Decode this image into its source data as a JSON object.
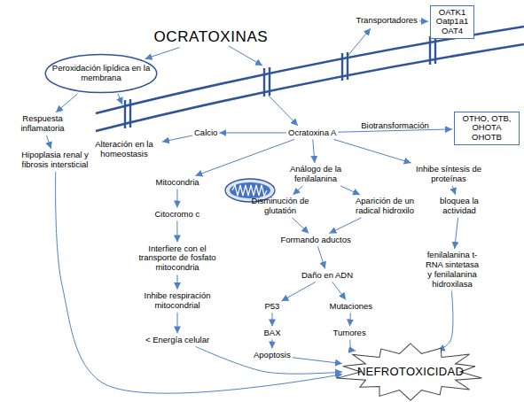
{
  "diagram": {
    "nodes": [
      {
        "text": [
          "OCRATOXINAS"
        ]
      },
      {
        "text": [
          "Transportadores"
        ]
      },
      {
        "text": [
          "OATK1 Oatp1a1 OAT4"
        ]
      },
      {
        "text": [
          "Peroxidación lipídica en la membrana"
        ]
      },
      {
        "text": [
          "Respuesta inflamatoria"
        ]
      },
      {
        "text": [
          "Hipoplasia renal y fibrosis intersticial"
        ]
      },
      {
        "text": [
          "Calcio"
        ]
      },
      {
        "text": [
          "Ocratoxina A"
        ]
      },
      {
        "text": [
          "OTHO, OTB, OHOTA OHOTB"
        ]
      },
      {
        "text": [
          "Alteración en la homeostasis"
        ]
      },
      {
        "text": [
          "Mitocondria"
        ]
      },
      {
        "text": [
          "Análogo de la fenilalanina"
        ]
      },
      {
        "text": [
          "Inhibe síntesis de proteínas"
        ]
      },
      {
        "text": [
          "Citocromo c"
        ]
      },
      {
        "text": [
          "Disminución de glutatión"
        ]
      },
      {
        "text": [
          "Aparición de un radical hidroxilo"
        ]
      },
      {
        "text": [
          "bloquea la actividad"
        ]
      },
      {
        "text": [
          "Interfiere con el transporte de fosfato mitocondria"
        ]
      },
      {
        "text": [
          "Formando aductos"
        ]
      },
      {
        "text": [
          "fenilalanina t-RNA sintetasa y fenilalanina hidroxilasa"
        ]
      },
      {
        "text": [
          "Daño en ADN"
        ]
      },
      {
        "text": [
          "P53"
        ]
      },
      {
        "text": [
          "Mutaciones"
        ]
      },
      {
        "text": [
          "Inhibe respiración mitocondrial"
        ]
      },
      {
        "text": [
          "BAX"
        ]
      },
      {
        "text": [
          "Tumores"
        ]
      },
      {
        "text": [
          "< Energía celular"
        ]
      },
      {
        "text": [
          "Apoptosis"
        ]
      },
      {
        "text": [
          "NEFROTOXICIDAD"
        ]
      }
    ],
    "edges": [
      {
        "from": 0,
        "to": 3,
        "arrow": "to"
      },
      {
        "from": 3,
        "to": 4,
        "arrow": "to"
      },
      {
        "from": 4,
        "to": 5,
        "arrow": "to"
      },
      {
        "from": 5,
        "to": 28,
        "arrow": "to"
      },
      {
        "from": 1,
        "to": 2,
        "arrow": "to"
      },
      {
        "from": 7,
        "to": 6,
        "arrow": "to"
      },
      {
        "from": 6,
        "to": 9,
        "arrow": "to"
      },
      {
        "from": 7,
        "to": 8,
        "label": "Biotransformación",
        "arrow": "to"
      },
      {
        "from": 7,
        "to": 10,
        "arrow": "to"
      },
      {
        "from": 7,
        "to": 11,
        "arrow": "to"
      },
      {
        "from": 7,
        "to": 12,
        "arrow": "to"
      },
      {
        "from": 10,
        "to": 13,
        "arrow": "to"
      },
      {
        "from": 13,
        "to": 17,
        "arrow": "to"
      },
      {
        "from": 17,
        "to": 23,
        "arrow": "to"
      },
      {
        "from": 23,
        "to": 26,
        "arrow": "to"
      },
      {
        "from": 26,
        "to": 28,
        "arrow": "to"
      },
      {
        "from": 11,
        "to": 14,
        "arrow": "to"
      },
      {
        "from": 11,
        "to": 15,
        "arrow": "to"
      },
      {
        "from": 14,
        "to": 18,
        "arrow": "to"
      },
      {
        "from": 15,
        "to": 18,
        "arrow": "to"
      },
      {
        "from": 18,
        "to": 20,
        "arrow": "to"
      },
      {
        "from": 20,
        "to": 21,
        "arrow": "to"
      },
      {
        "from": 20,
        "to": 22,
        "arrow": "to"
      },
      {
        "from": 21,
        "to": 24,
        "arrow": "to"
      },
      {
        "from": 24,
        "to": 27,
        "arrow": "to"
      },
      {
        "from": 27,
        "to": 28,
        "arrow": "to"
      },
      {
        "from": 22,
        "to": 25,
        "arrow": "to"
      },
      {
        "from": 25,
        "to": 28,
        "arrow": "to"
      },
      {
        "from": 12,
        "to": 16,
        "arrow": "to"
      },
      {
        "from": 16,
        "to": 19,
        "arrow": "to"
      },
      {
        "from": 19,
        "to": 28,
        "arrow": "to"
      }
    ]
  }
}
